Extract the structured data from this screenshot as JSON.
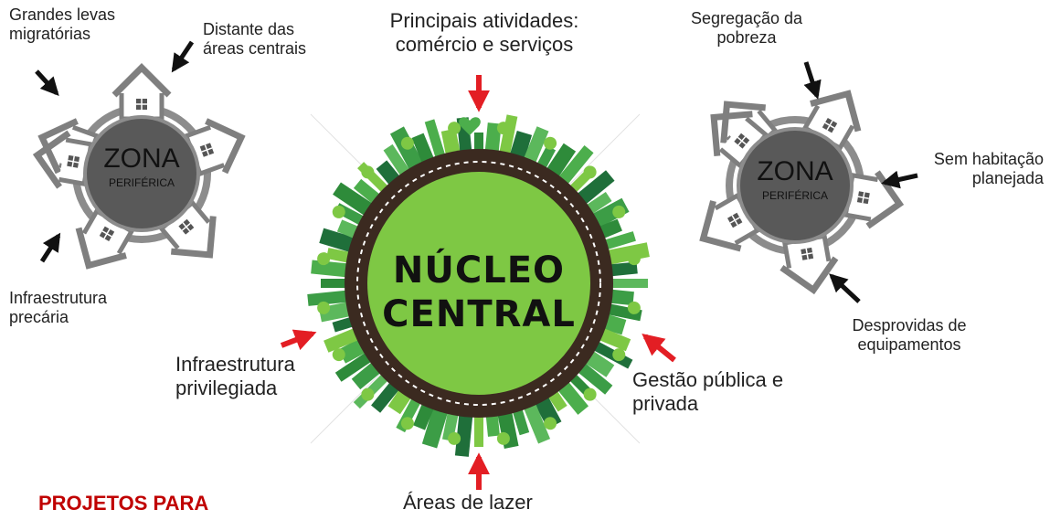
{
  "core": {
    "label": "NÚCLEO\nCENTRAL"
  },
  "zone_left": {
    "title": "ZONA",
    "subtitle": "PERIFÉRICA"
  },
  "zone_right": {
    "title": "ZONA",
    "subtitle": "PERIFÉRICA"
  },
  "labels": {
    "top_center": "Principais atividades:\ncomércio e serviços",
    "left_center": "Infraestrutura\nprivilegiada",
    "right_center": "Gestão pública e\nprivada",
    "bottom_center": "Áreas de lazer",
    "left_zone_tl": "Grandes levas\nmigratórias",
    "left_zone_tr": "Distante das\náreas centrais",
    "left_zone_bl": "Infraestrutura\nprecária",
    "right_zone_tl": "Segregação da\npobreza",
    "right_zone_r": "Sem habitação\nplanejada",
    "right_zone_br": "Desprovidas de\nequipamentos"
  },
  "footer": {
    "text": "PROJETOS PARA"
  },
  "colors": {
    "core_green": "#7ec844",
    "ring_brown": "#3b2a20",
    "zone_gray": "#595959",
    "house_gray": "#7f7f7f",
    "arrow_red": "#e31e24",
    "arrow_black": "#111111",
    "footer_red": "#c00000"
  }
}
